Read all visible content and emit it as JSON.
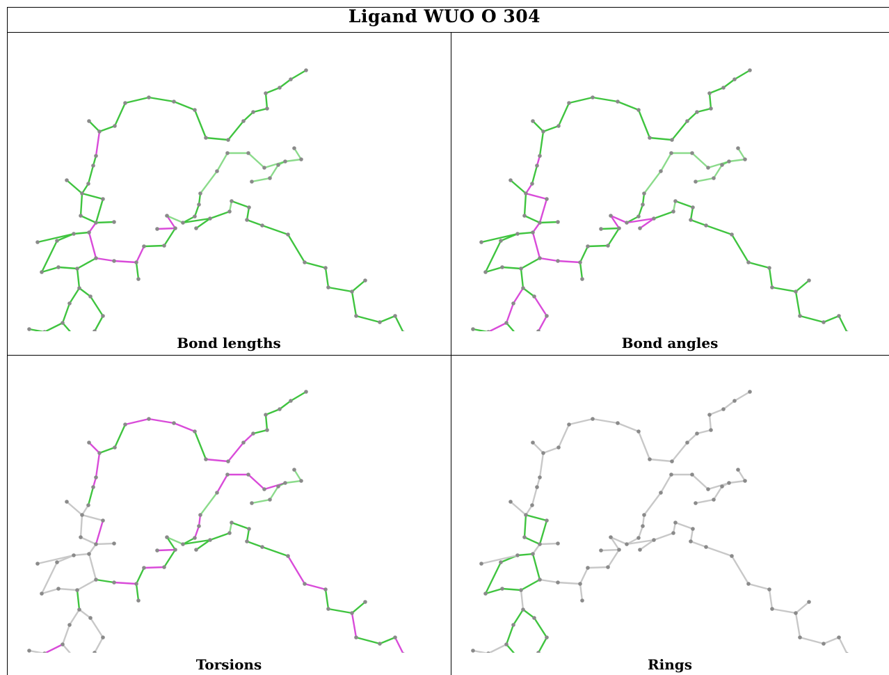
{
  "title": "Ligand WUO O 304",
  "panels": [
    {
      "caption": "Bond lengths"
    },
    {
      "caption": "Bond angles"
    },
    {
      "caption": "Torsions"
    },
    {
      "caption": "Rings"
    }
  ],
  "colors": {
    "good": "#3fc43f",
    "outlier": "#d94bd9",
    "neutral": "#c8c8c8",
    "atom": "#8a8a8a"
  }
}
